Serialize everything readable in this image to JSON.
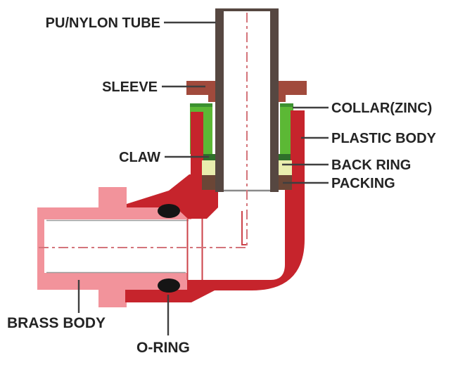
{
  "diagram": {
    "type": "pneumatic push-in elbow fitting cross-section",
    "labels": {
      "tube": "PU/NYLON TUBE",
      "sleeve": "SLEEVE",
      "claw": "CLAW",
      "collar": "COLLAR(ZINC)",
      "plastic_body": "PLASTIC BODY",
      "back_ring": "BACK RING",
      "packing": "PACKING",
      "brass_body": "BRASS BODY",
      "o_ring": "O-RING"
    },
    "colors": {
      "background": "#ffffff",
      "red_body": "#c6242c",
      "pink_brass": "#f2939b",
      "sleeve_brick": "#a14a3c",
      "tube_dark": "#564741",
      "collar_green": "#5cb835",
      "collar_green_dark": "#3c9130",
      "claw_green": "#2f6f2b",
      "back_ring_pale": "#e9edae",
      "packing_brown": "#6b4636",
      "centerline_pink": "#d4757b",
      "hidden_edge_red": "#cc4249",
      "tube_end_gray": "#8a8a8a",
      "bore_edge_gray": "#9b9b9b",
      "leader_gray": "#3f3f3f",
      "label_text": "#242424",
      "o_ring_black": "#151515"
    }
  }
}
